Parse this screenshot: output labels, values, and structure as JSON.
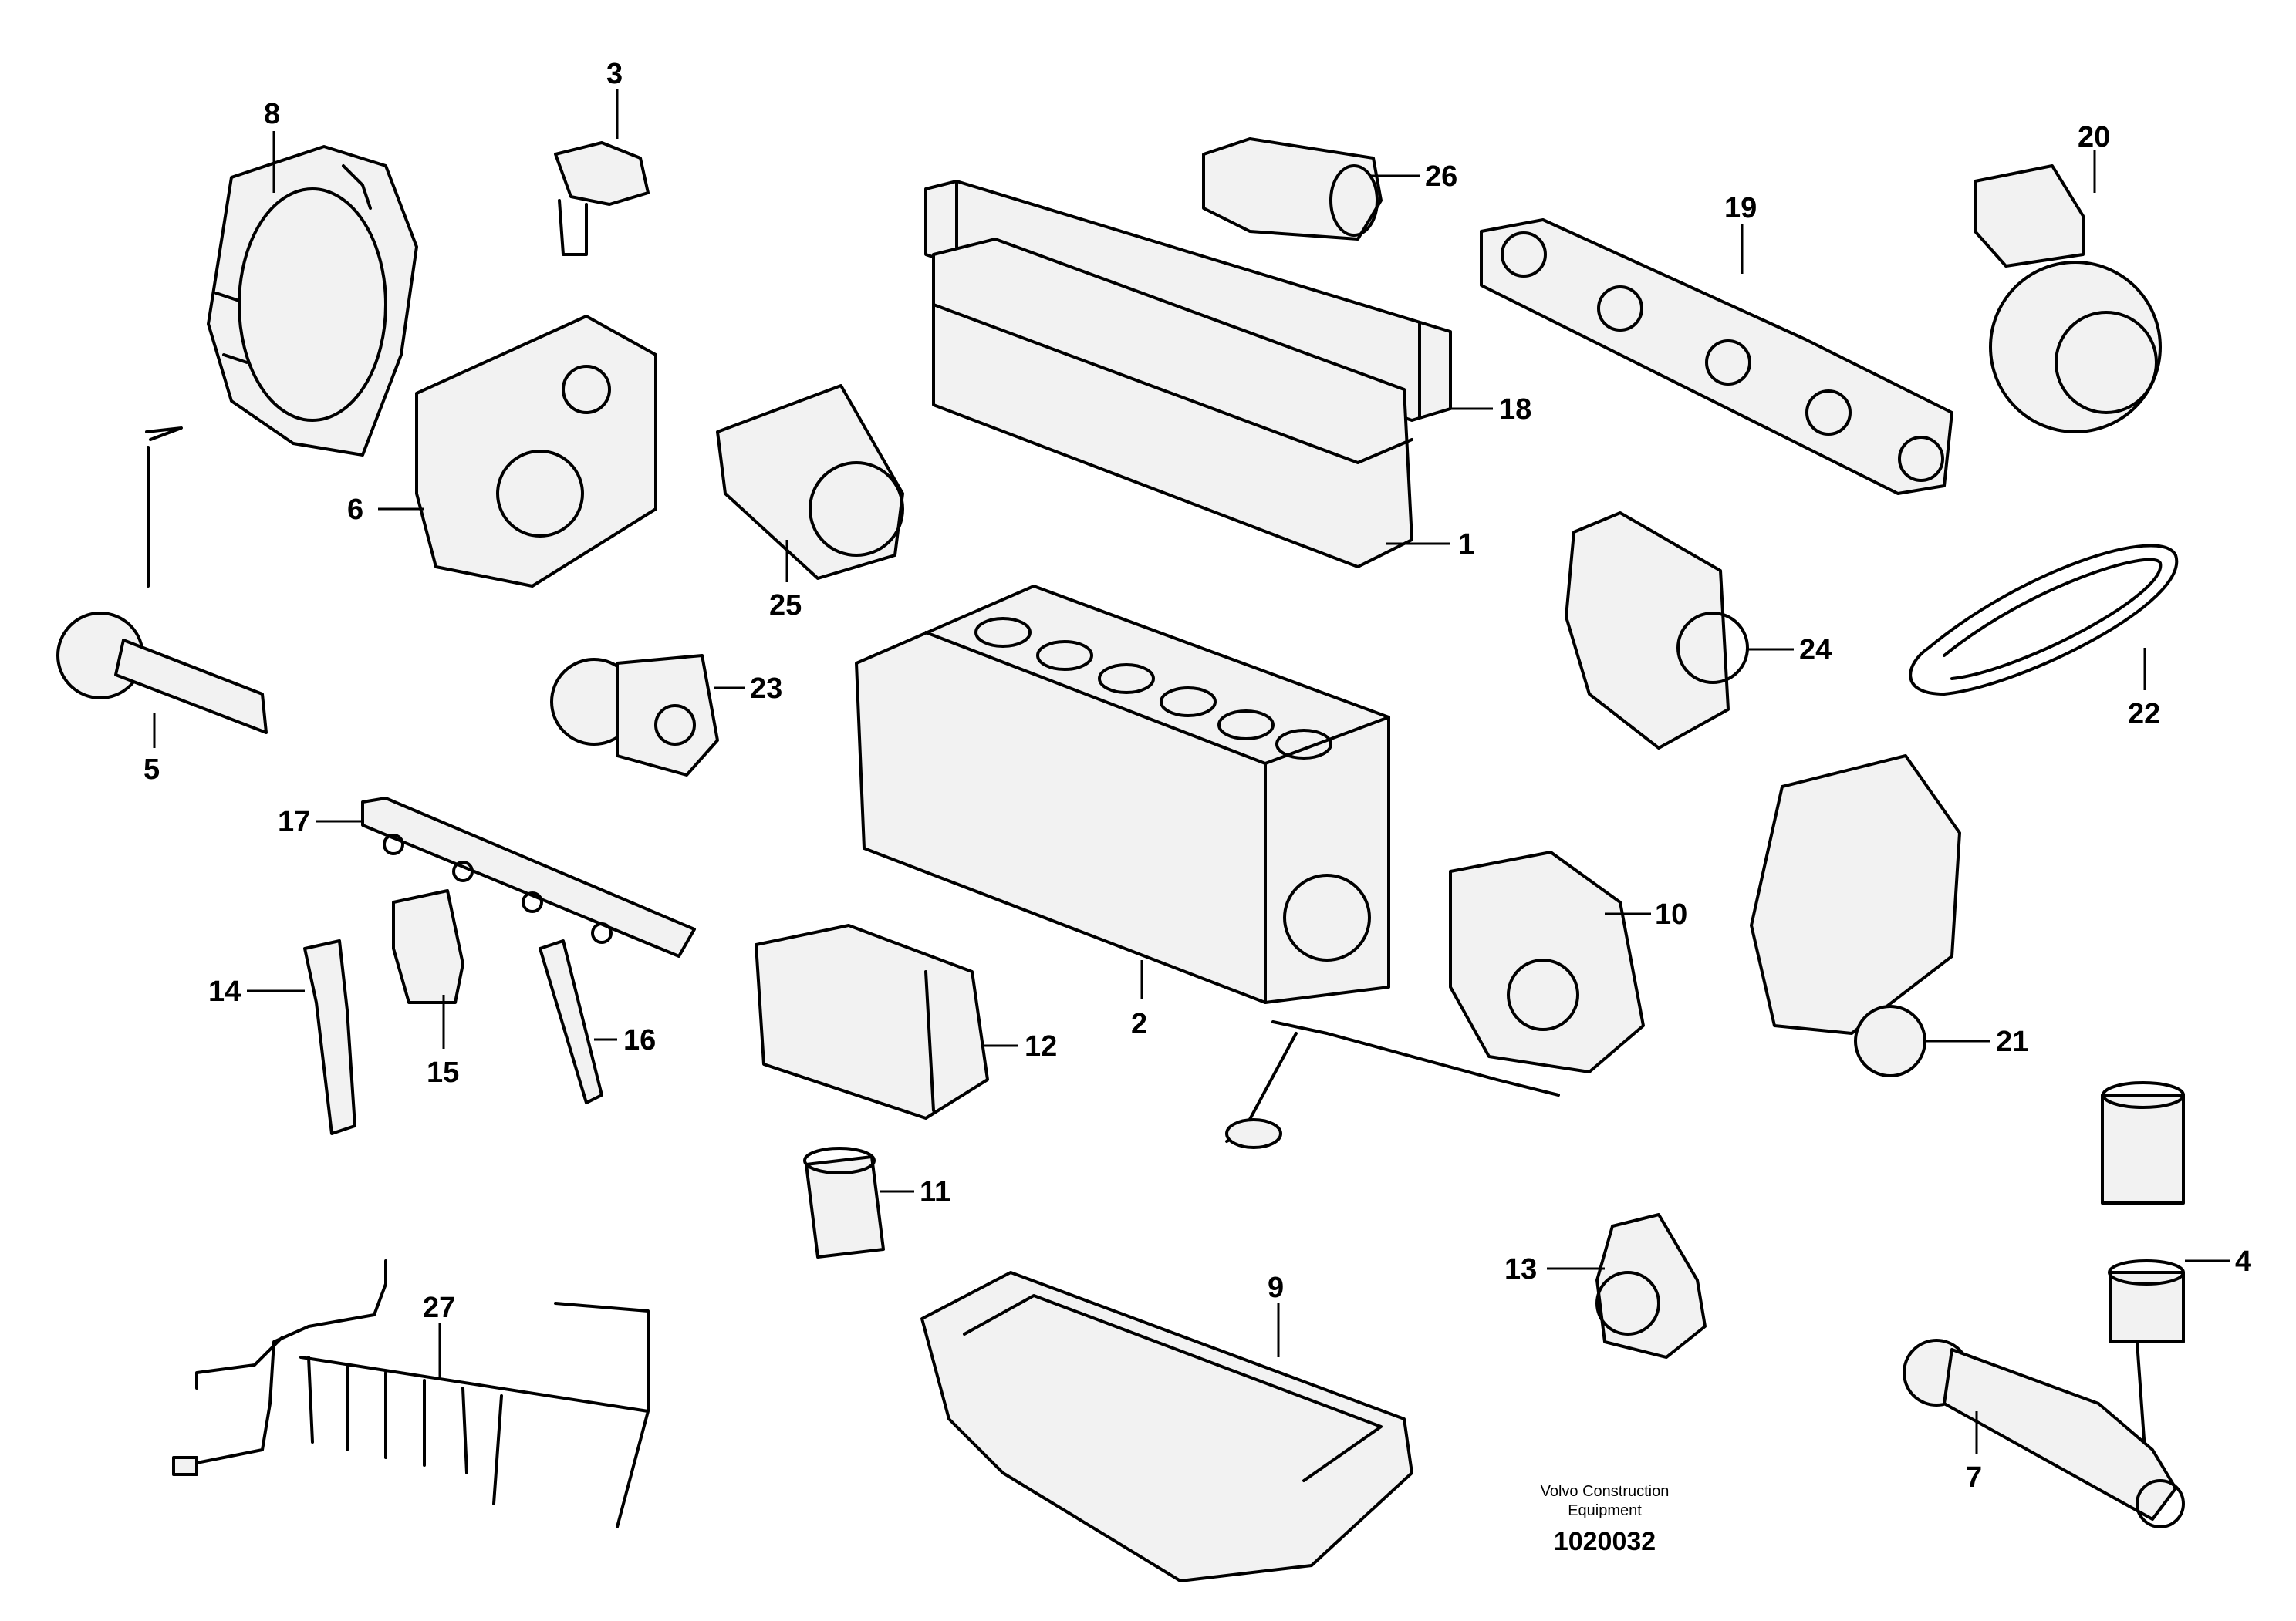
{
  "callouts": [
    "1",
    "2",
    "3",
    "4",
    "5",
    "6",
    "7",
    "8",
    "9",
    "10",
    "11",
    "12",
    "13",
    "14",
    "15",
    "16",
    "17",
    "18",
    "19",
    "20",
    "21",
    "22",
    "23",
    "24",
    "25",
    "26",
    "27"
  ],
  "brand_line1": "Volvo Construction",
  "brand_line2": "Equipment",
  "drawing_number": "1020032"
}
